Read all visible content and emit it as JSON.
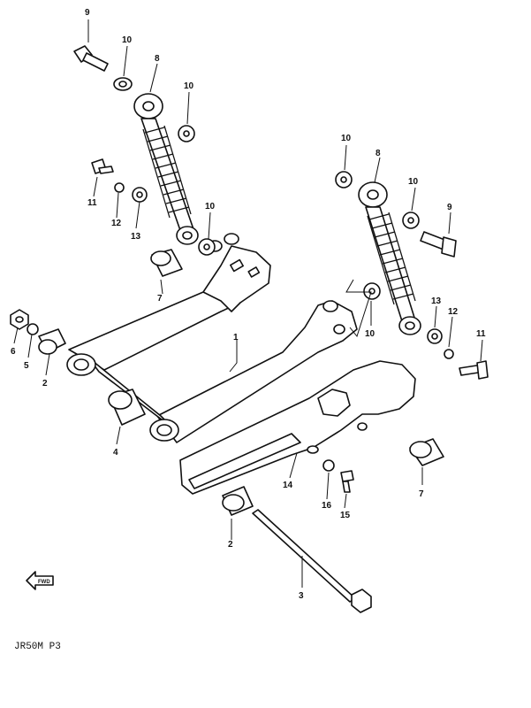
{
  "diagram": {
    "caption": "JR50M P3",
    "front_arrow_label": "FWD",
    "callouts": {
      "c1": "1",
      "c2a": "2",
      "c2b": "2",
      "c3": "3",
      "c4": "4",
      "c5": "5",
      "c6": "6",
      "c7a": "7",
      "c7b": "7",
      "c8a": "8",
      "c8b": "8",
      "c9a": "9",
      "c9b": "9",
      "c10a": "10",
      "c10b": "10",
      "c10c": "10",
      "c10d": "10",
      "c10e": "10",
      "c10f": "10",
      "c11a": "11",
      "c11b": "11",
      "c12a": "12",
      "c12b": "12",
      "c13a": "13",
      "c13b": "13",
      "c14": "14",
      "c15": "15",
      "c16": "16"
    }
  }
}
